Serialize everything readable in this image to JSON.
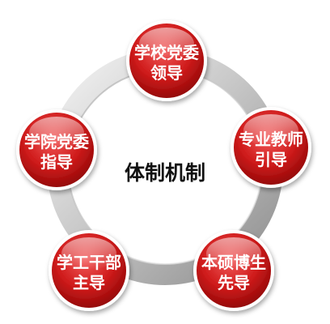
{
  "center": {
    "label": "体制机制"
  },
  "nodes": [
    {
      "line1": "学校党委",
      "line2": "领导"
    },
    {
      "line1": "专业教师",
      "line2": "引导"
    },
    {
      "line1": "本硕博生",
      "line2": "先导"
    },
    {
      "line1": "学工干部",
      "line2": "主导"
    },
    {
      "line1": "学院党委",
      "line2": "指导"
    }
  ],
  "colors": {
    "node_fill_light": "#f25a5a",
    "node_fill_mid": "#cf1b1b",
    "node_fill_dark": "#8c0606",
    "node_border": "#ffffff",
    "ring_light": "#f2f2f2",
    "ring_dark": "#9a9a9a",
    "center_text": "#111111"
  }
}
